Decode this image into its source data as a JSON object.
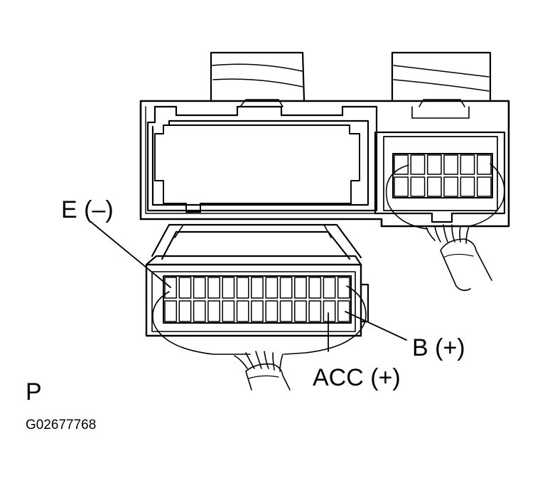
{
  "labels": {
    "ground": "E (–)",
    "battery": "B (+)",
    "accessory": "ACC (+)"
  },
  "view_letter": "P",
  "figure_code": "G02677768",
  "colors": {
    "line": "#000000",
    "background": "#ffffff"
  }
}
